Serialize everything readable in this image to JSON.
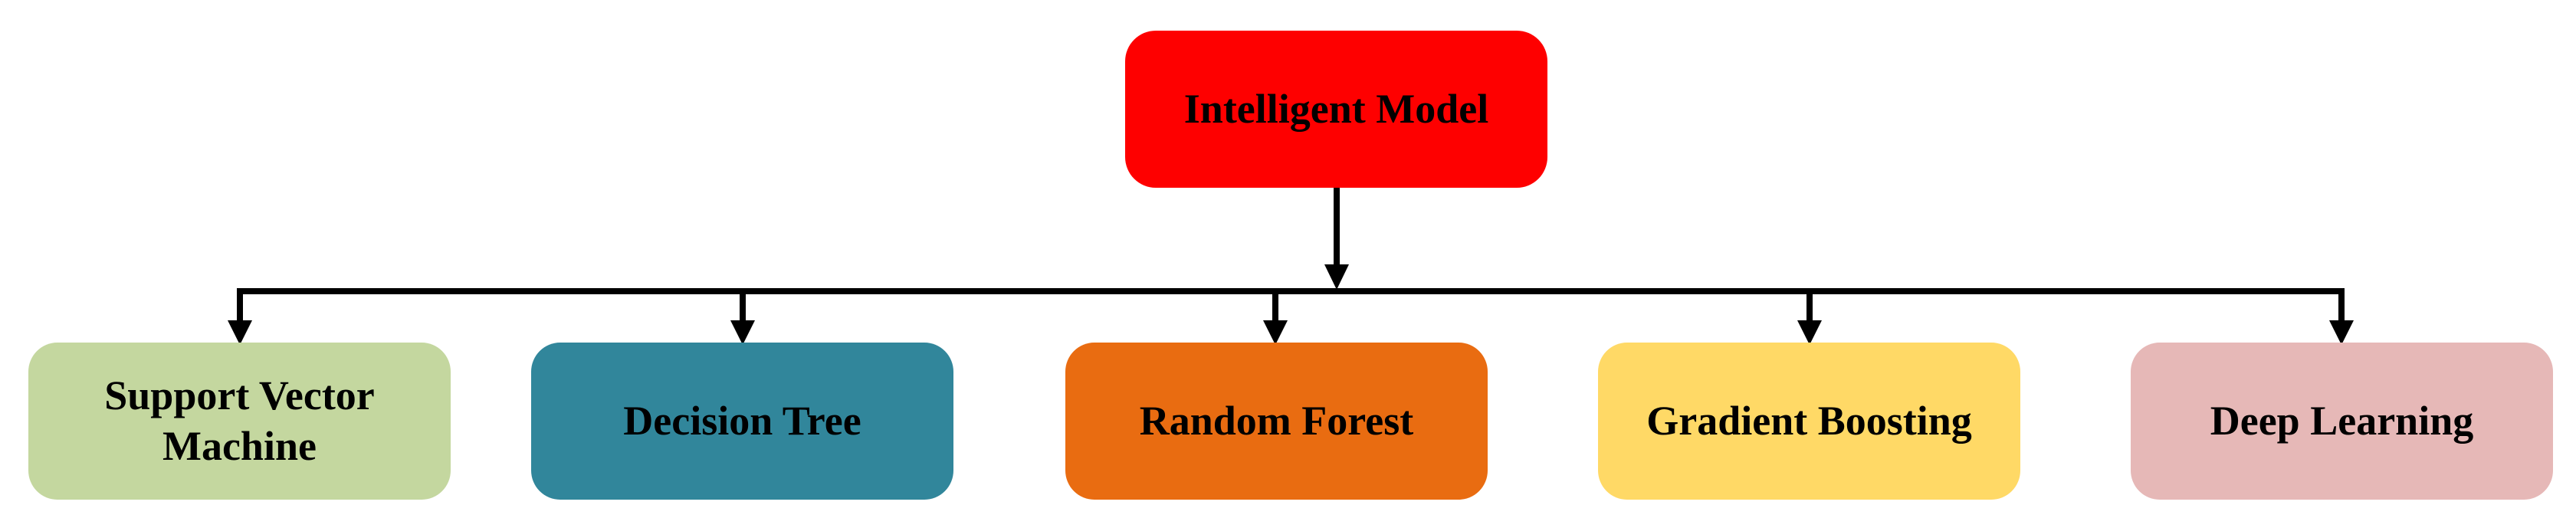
{
  "root": {
    "label": "Intelligent Model",
    "color": "#fe0000"
  },
  "children": [
    {
      "label": "Support Vector\nMachine",
      "color": "#c4d79f"
    },
    {
      "label": "Decision Tree",
      "color": "#31869b"
    },
    {
      "label": "Random Forest",
      "color": "#e96c11"
    },
    {
      "label": "Gradient Boosting",
      "color": "#ffd966"
    },
    {
      "label": "Deep Learning",
      "color": "#e6b8b7"
    }
  ],
  "connector_color": "#000000"
}
